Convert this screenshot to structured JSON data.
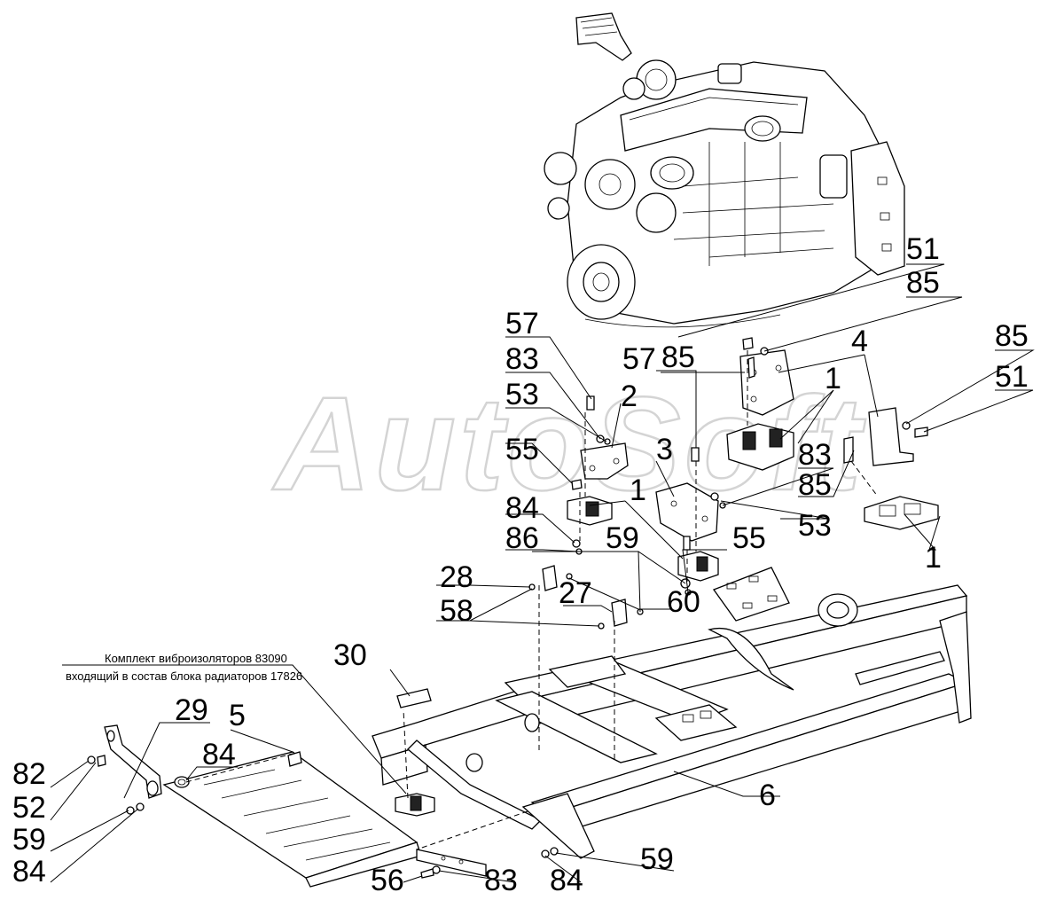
{
  "watermark": "AutoSoft",
  "note": {
    "line1": "Комплект виброизоляторов 83090",
    "line2": "входящий в состав блока радиаторов 17826"
  },
  "callouts": {
    "c51a": "51",
    "c85a": "85",
    "c85b": "85",
    "c4": "4",
    "c85c": "85",
    "c51b": "51",
    "c57a": "57",
    "c83a": "83",
    "c53a": "53",
    "c55a": "55",
    "c2": "2",
    "c57b": "57",
    "c3": "3",
    "c1a": "1",
    "c83b": "83",
    "c85d": "85",
    "c53b": "53",
    "c1b": "1",
    "c84a": "84",
    "c86": "86",
    "c59a": "59",
    "c55b": "55",
    "c1c": "1",
    "c28": "28",
    "c27": "27",
    "c60": "60",
    "c58": "58",
    "c30": "30",
    "c29": "29",
    "c5": "5",
    "c84b": "84",
    "c82": "82",
    "c52": "52",
    "c59b": "59",
    "c84c": "84",
    "c6": "6",
    "c56": "56",
    "c83c": "83",
    "c84d": "84",
    "c59c": "59"
  }
}
